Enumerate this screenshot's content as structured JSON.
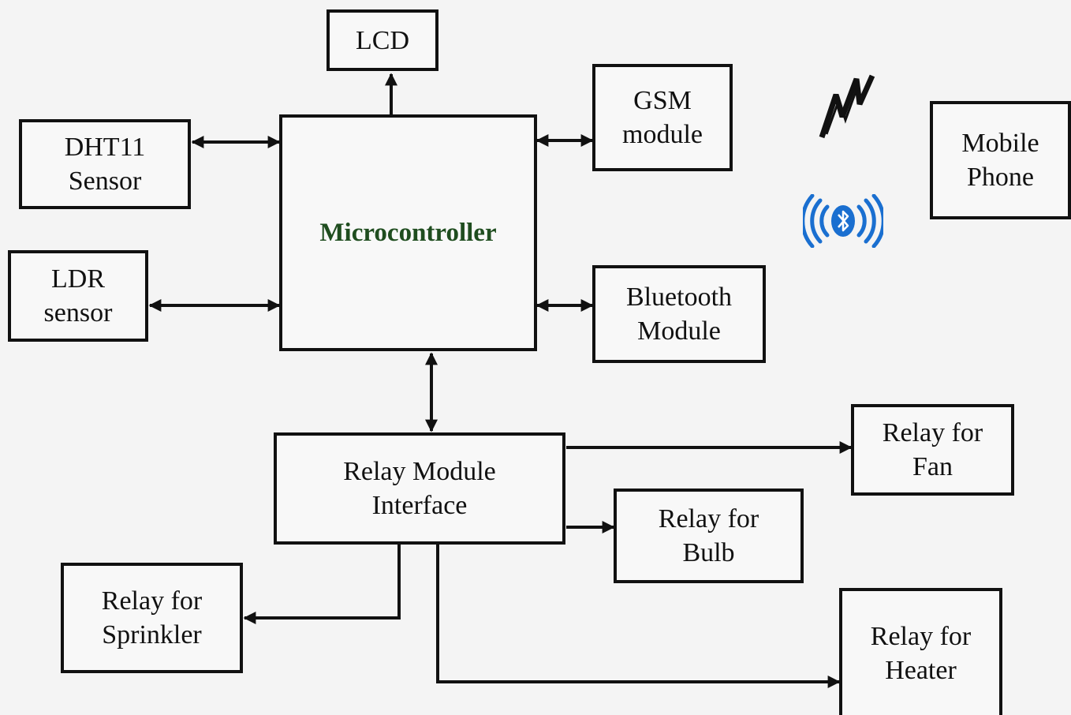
{
  "blocks": {
    "lcd": {
      "lines": [
        "LCD"
      ]
    },
    "dht11": {
      "lines": [
        "DHT11",
        "Sensor"
      ]
    },
    "ldr": {
      "lines": [
        "LDR",
        "sensor"
      ]
    },
    "microcontroller": {
      "label": "Microcontroller"
    },
    "gsm": {
      "lines": [
        "GSM",
        "module"
      ]
    },
    "bluetooth": {
      "lines": [
        "Bluetooth",
        "Module"
      ]
    },
    "mobile": {
      "lines": [
        "Mobile",
        "Phone"
      ]
    },
    "relay_module": {
      "lines": [
        "Relay Module",
        "Interface"
      ]
    },
    "relay_fan": {
      "lines": [
        "Relay for",
        "Fan"
      ]
    },
    "relay_bulb": {
      "lines": [
        "Relay for",
        "Bulb"
      ]
    },
    "relay_sprinkler": {
      "lines": [
        "Relay for",
        "Sprinkler"
      ]
    },
    "relay_heater": {
      "lines": [
        "Relay for",
        "Heater"
      ]
    }
  },
  "icons": {
    "wireless": "lightning-signal-icon",
    "bluetooth": "bluetooth-signal-icon"
  },
  "colors": {
    "line": "#111111",
    "microcontroller_label": "#1f4d1f",
    "bluetooth_icon": "#1a6fd0"
  }
}
